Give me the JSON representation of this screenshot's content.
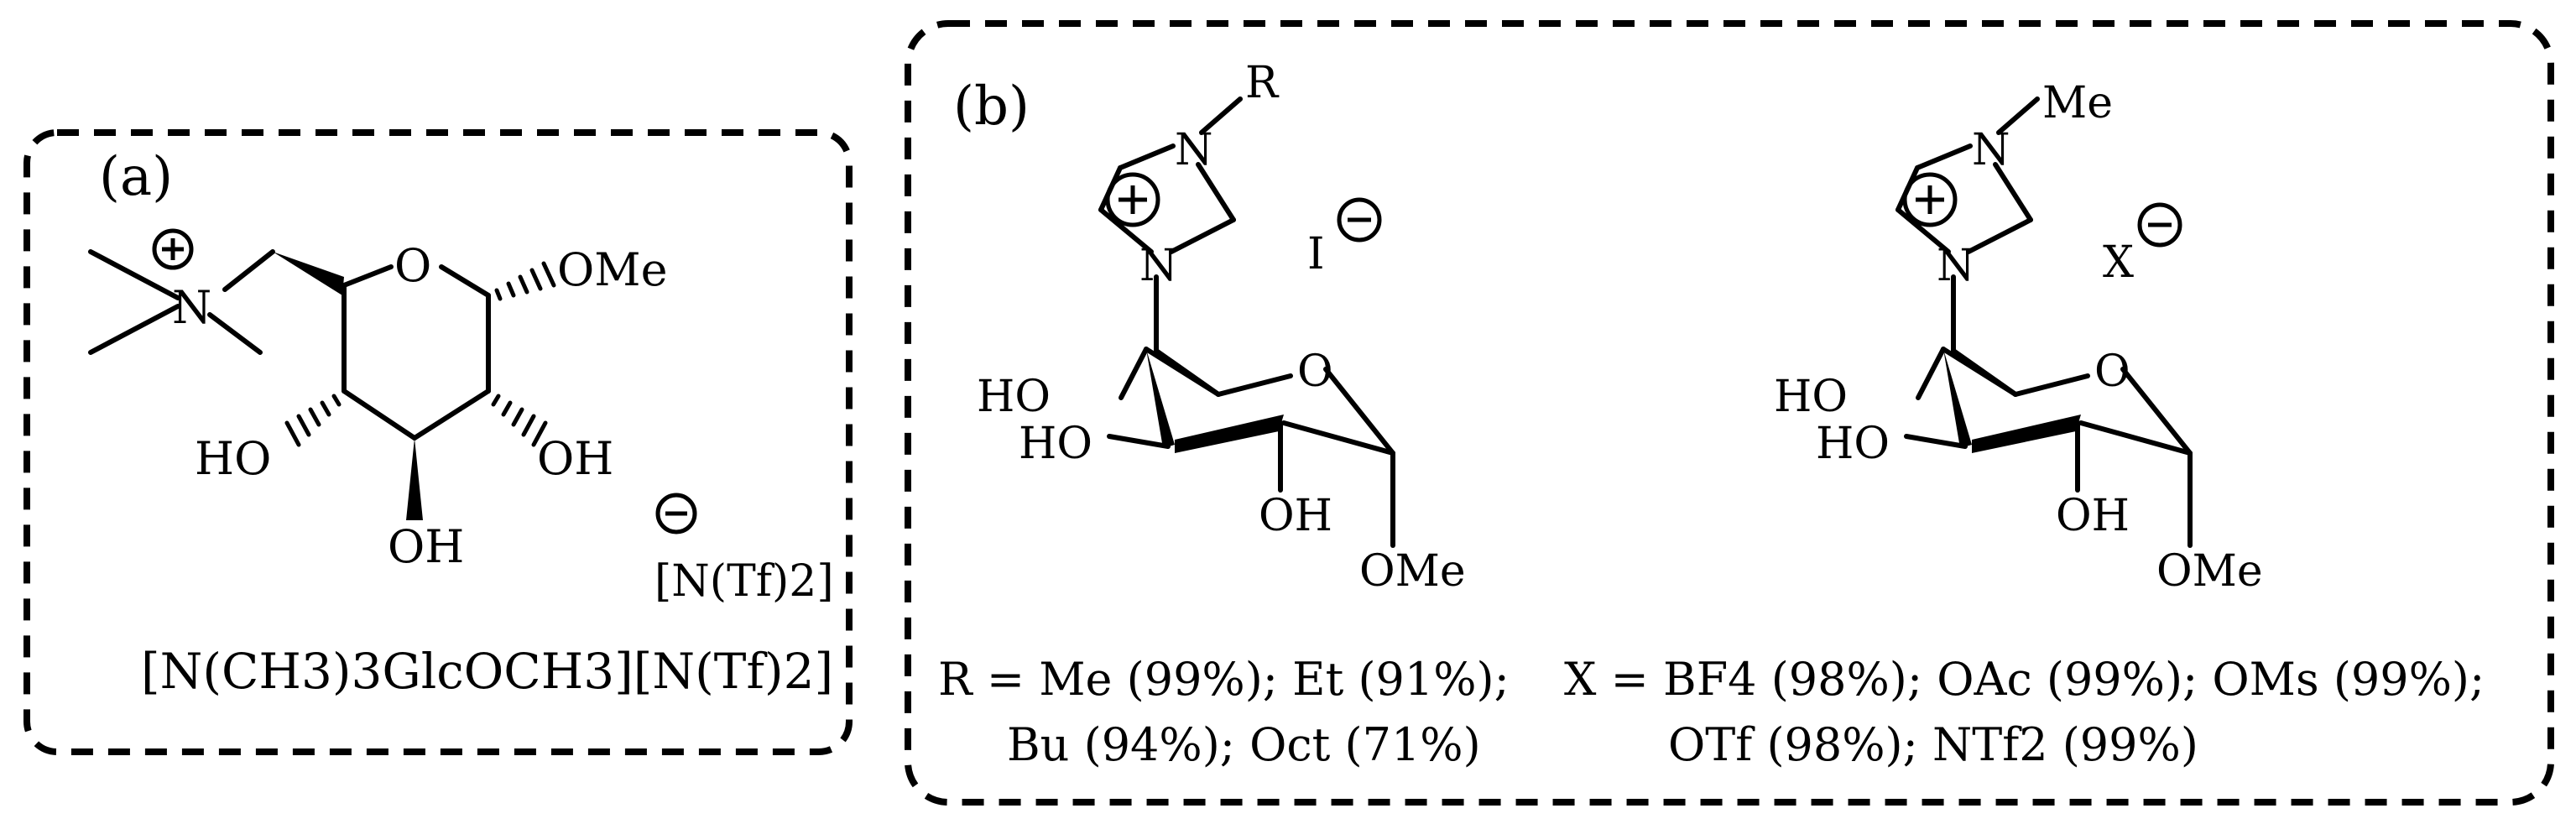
{
  "panel_a": {
    "label": "(a)",
    "cation_atoms": {
      "n": "N",
      "o": "O",
      "ome": "OMe",
      "oh_left": "HO",
      "oh_right": "OH",
      "oh_bottom": "OH"
    },
    "anion": "[N(Tf)2]",
    "name": "[N(CH3)3GlcOCH3][N(Tf)2]"
  },
  "panel_b": {
    "label": "(b)",
    "left": {
      "r_group": "R",
      "counterion": "I",
      "atoms": {
        "n_top": "N",
        "n_bottom": "N",
        "o": "O",
        "ho1": "HO",
        "ho2": "HO",
        "oh": "OH",
        "ome": "OMe"
      },
      "caption_line1": "R = Me (99%); Et (91%);",
      "caption_line2": "Bu (94%); Oct (71%)"
    },
    "right": {
      "r_group": "Me",
      "counterion": "X",
      "atoms": {
        "n_top": "N",
        "n_bottom": "N",
        "o": "O",
        "ho1": "HO",
        "ho2": "HO",
        "oh": "OH",
        "ome": "OMe"
      },
      "caption_line1": "X = BF4 (98%); OAc (99%); OMs (99%);",
      "caption_line2": "OTf (98%); NTf2 (99%)"
    }
  },
  "charges": {
    "plus": "+",
    "minus": "−"
  }
}
